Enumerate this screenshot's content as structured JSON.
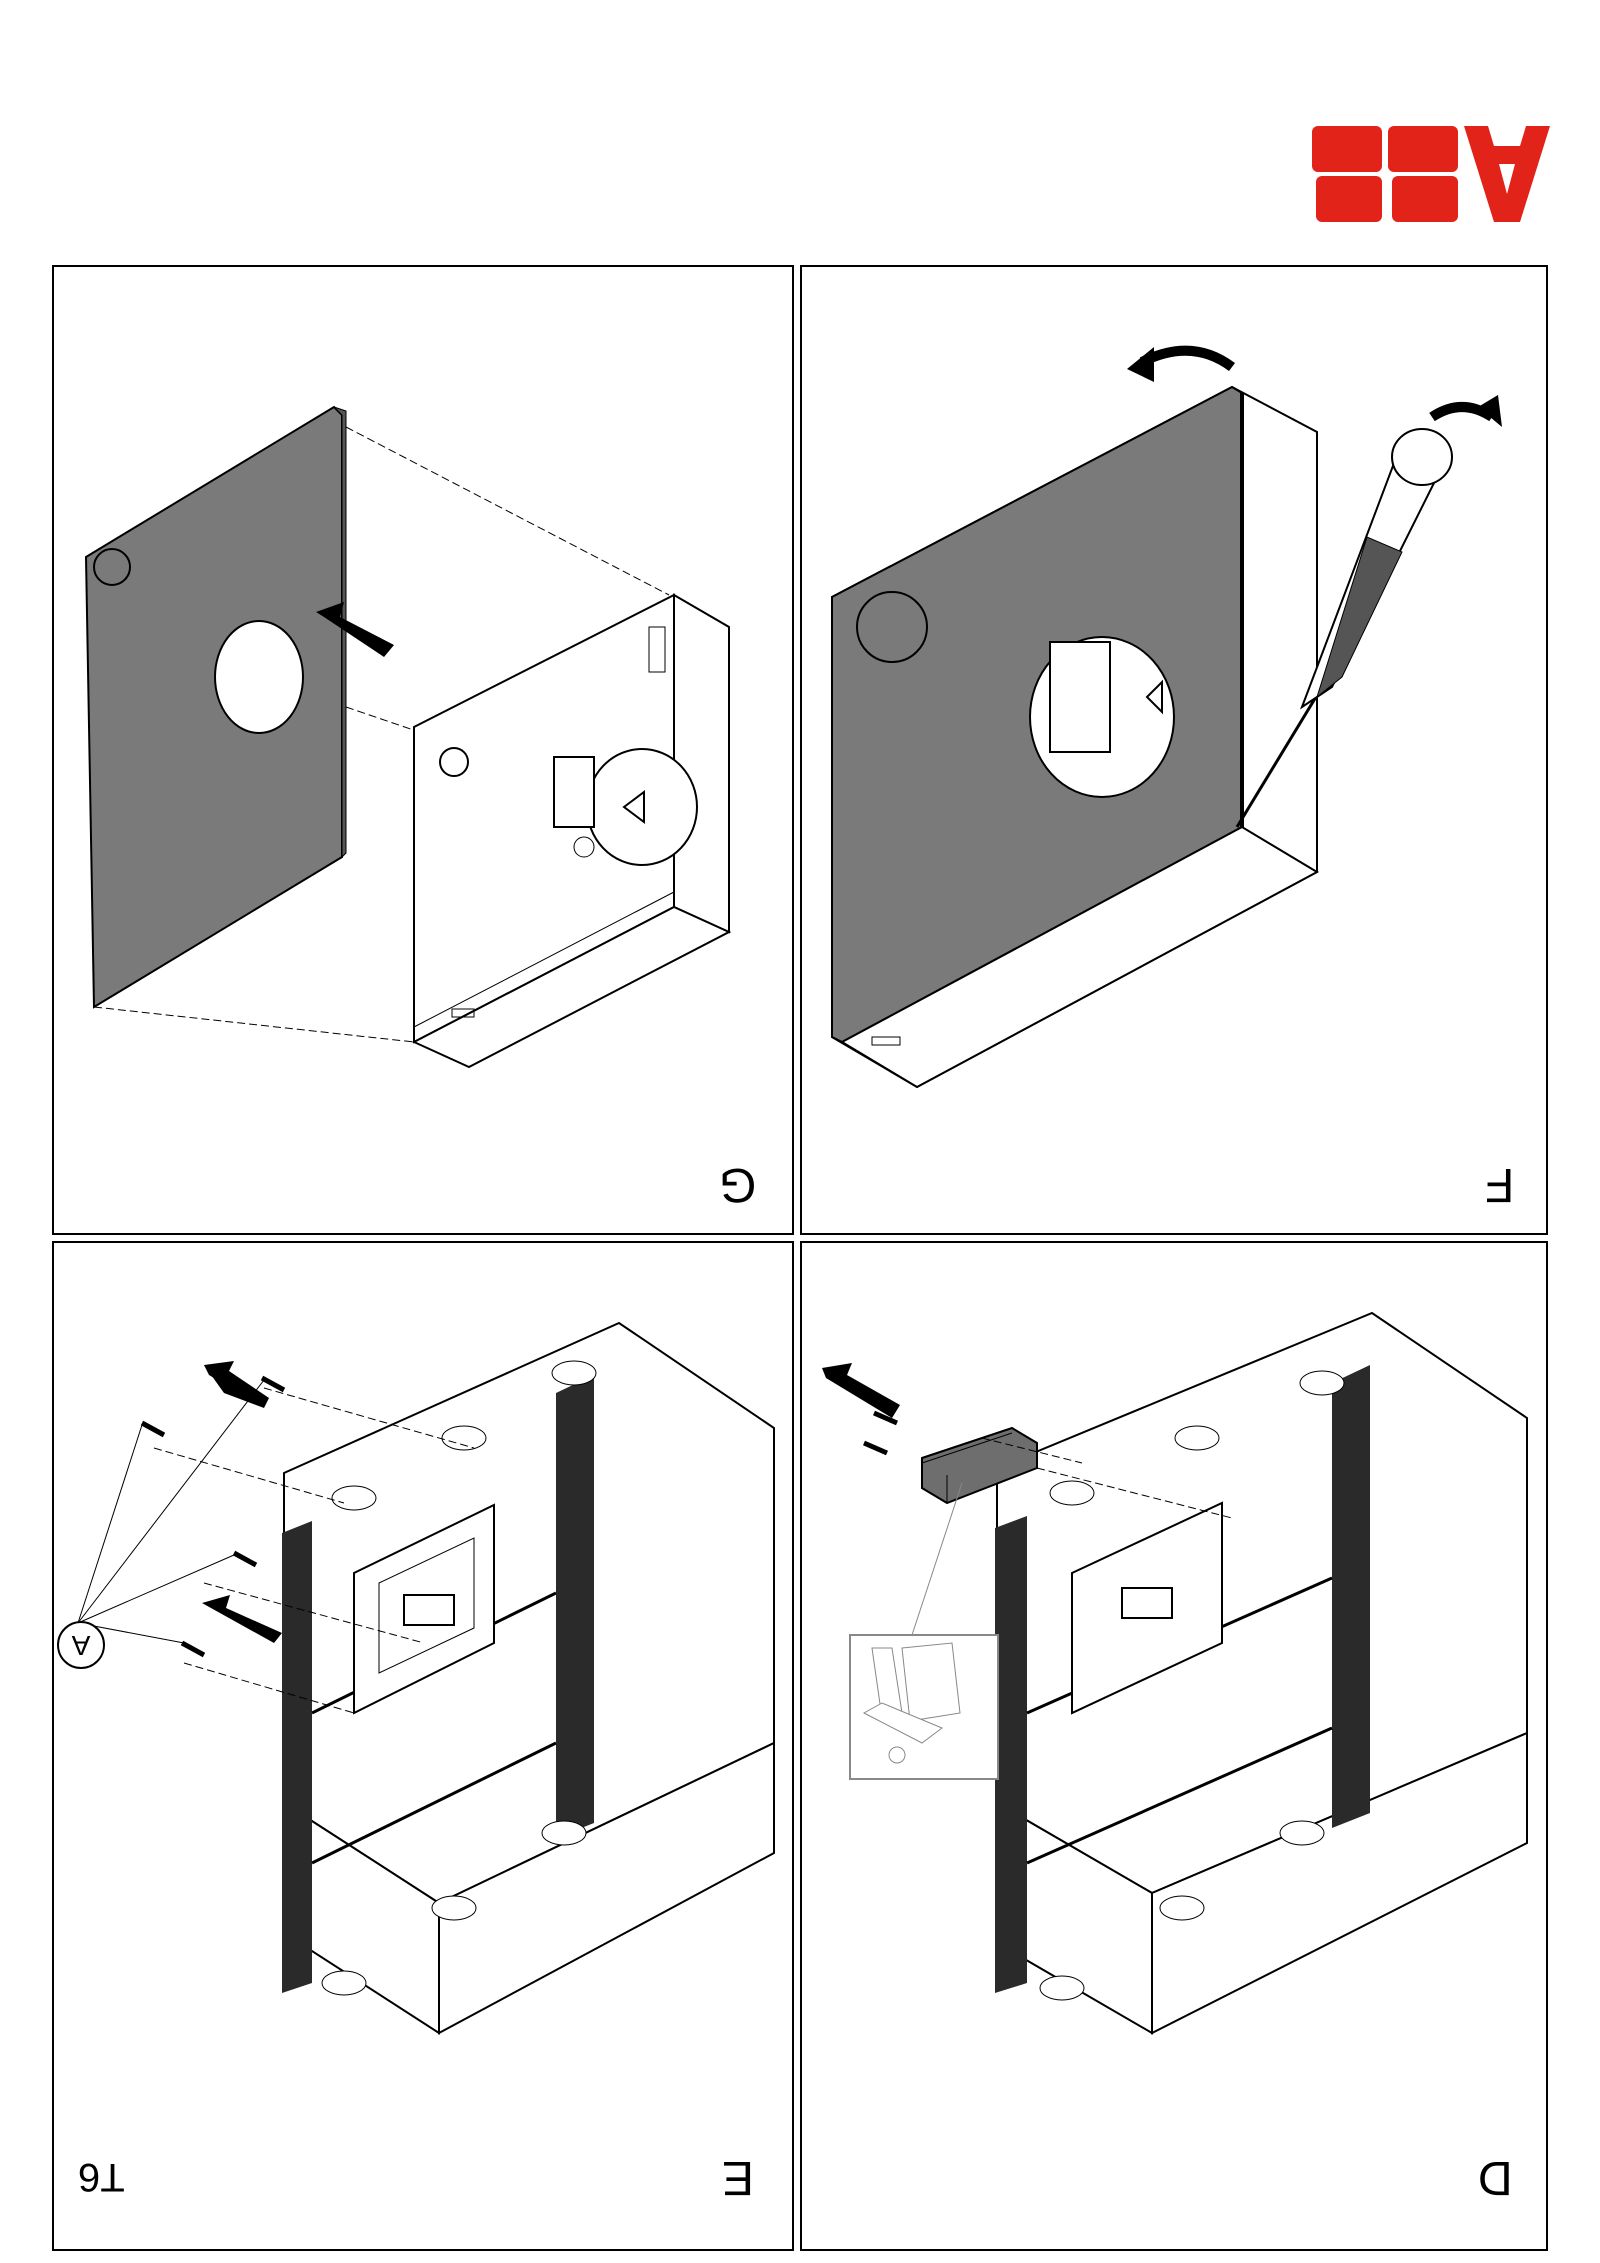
{
  "logo": {
    "text": "ABB",
    "color": "#e2231a"
  },
  "panels": {
    "g": {
      "label": "G"
    },
    "f": {
      "label": "F"
    },
    "e": {
      "label": "E",
      "callout": "A"
    },
    "d": {
      "label": "D"
    }
  },
  "document": {
    "code": "T6"
  },
  "colors": {
    "cover_gray": "#7a7a7a",
    "line": "#000000",
    "heatsink": "#2a2a2a",
    "block_gray": "#6e6e6e"
  }
}
